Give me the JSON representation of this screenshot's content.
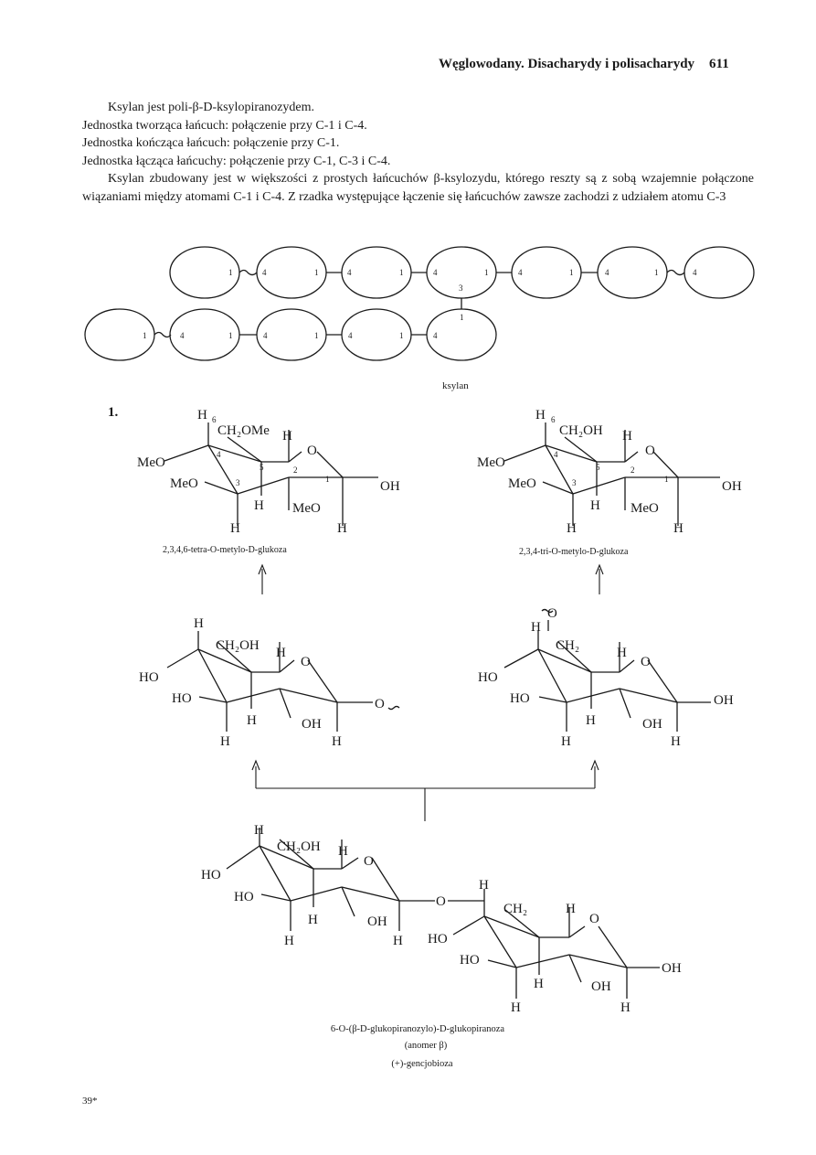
{
  "header": {
    "title": "Węglowodany. Disacharydy i polisacharydy",
    "page": "611"
  },
  "intro": [
    "Ksylan jest poli-β-D-ksylopiranozydem.",
    "Jednostka tworząca łańcuch: połączenie przy C-1 i C-4.",
    "Jednostka kończąca łańcuch: połączenie przy C-1.",
    "Jednostka łącząca łańcuchy: połączenie przy C-1, C-3 i C-4.",
    "Ksylan zbudowany jest w większości z prostych łańcuchów β-ksylozydu, którego reszty są z sobą wzajemnie połączone wiązaniami między atomami C-1 i C-4. Z rzadka występujące łączenie się łańcuchów zawsze zachodzi z udziałem atomu C-3"
  ],
  "xylan": {
    "caption": "ksylan",
    "top_row": {
      "count": 7,
      "left_labels": [
        "1",
        "1",
        "1",
        "1",
        "1",
        "1"
      ],
      "right_labels": [
        "4",
        "4",
        "4",
        "4",
        "4",
        "4"
      ]
    },
    "branch": {
      "upper": "3",
      "lower": "1"
    },
    "bottom_row": {
      "count": 5,
      "left_labels": [
        "1",
        "1",
        "1",
        "1"
      ],
      "right_labels": [
        "4",
        "4",
        "4",
        "4"
      ]
    }
  },
  "structures": {
    "item_number": "1.",
    "tetra": {
      "name": "2,3,4,6-tetra-O-metylo-D-glukoza",
      "labels": {
        "h6": "H",
        "n6": "6",
        "ch2": "CH₂OMe",
        "hring": "H",
        "o": "O",
        "meo4": "MeO",
        "meo3": "MeO",
        "n4": "4",
        "n5": "5",
        "n3": "3",
        "n2": "2",
        "n1": "1",
        "oh1": "OH",
        "h3": "H",
        "meo2": "MeO",
        "hb3": "H",
        "hb1": "H"
      }
    },
    "tri": {
      "name": "2,3,4-tri-O-metylo-D-glukoza",
      "labels": {
        "h6": "H",
        "n6": "6",
        "ch2": "CH₂OH",
        "hring": "H",
        "o": "O",
        "meo4": "MeO",
        "meo3": "MeO",
        "n4": "4",
        "n5": "5",
        "n3": "3",
        "n2": "2",
        "n1": "1",
        "oh1": "OH",
        "h3": "H",
        "meo2": "MeO",
        "hb3": "H",
        "hb1": "H"
      }
    },
    "glc_left": {
      "labels": {
        "h": "H",
        "ch2": "CH₂OH",
        "hring": "H",
        "o": "O",
        "ho4": "HO",
        "ho3": "HO",
        "h3": "H",
        "oh2": "OH",
        "hb3": "H",
        "hb1": "H",
        "o1": "O"
      }
    },
    "glc_right": {
      "labels": {
        "o6": "O",
        "h": "H",
        "ch2": "CH₂",
        "hring": "H",
        "o": "O",
        "ho4": "HO",
        "ho3": "HO",
        "h3": "H",
        "oh2": "OH",
        "oh1": "OH",
        "hb3": "H",
        "hb1": "H"
      }
    },
    "gentio": {
      "labels": {
        "h": "H",
        "ch2": "CH₂OH",
        "hring": "H",
        "o": "O",
        "ho4": "HO",
        "ho3": "HO",
        "h3": "H",
        "oh2": "OH",
        "hb3": "H",
        "hb1": "H",
        "olink": "O",
        "r_h": "H",
        "r_ch2": "CH₂",
        "r_hring": "H",
        "r_o": "O",
        "r_ho4": "HO",
        "r_ho3": "HO",
        "r_h3": "H",
        "r_oh2": "OH",
        "r_oh1": "OH",
        "r_hb3": "H",
        "r_hb1": "H"
      },
      "name1": "6-O-(β-D-glukopiranozylo)-D-glukopiranoza",
      "name2": "(anomer β)",
      "name3": "(+)-gencjobioza"
    }
  },
  "footer": "39*"
}
